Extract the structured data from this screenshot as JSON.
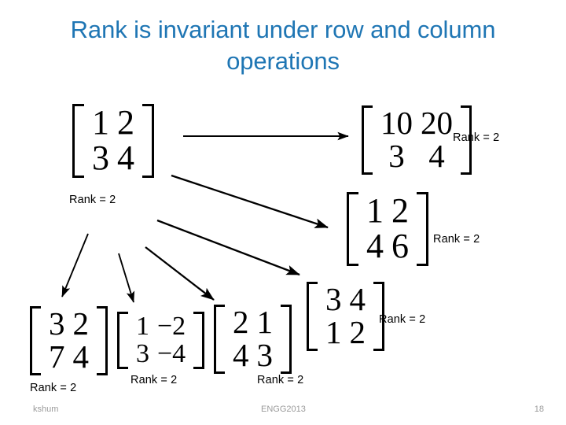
{
  "slide": {
    "title": "Rank is invariant under row and column operations",
    "title_color": "#1F76B4",
    "background_color": "#FFFFFF",
    "ink_color": "#000000"
  },
  "rank_label_text": "Rank = 2",
  "matrices": [
    {
      "id": "source",
      "rows": [
        [
          "1",
          "2"
        ],
        [
          "3",
          "4"
        ]
      ],
      "rank_label": "Rank = 2"
    },
    {
      "id": "scaled-row",
      "rows": [
        [
          "10",
          "20"
        ],
        [
          "3",
          "4"
        ]
      ],
      "rank_label": "Rank = 2"
    },
    {
      "id": "row-added",
      "rows": [
        [
          "1",
          "2"
        ],
        [
          "4",
          "6"
        ]
      ],
      "rank_label": "Rank = 2"
    },
    {
      "id": "rows-swapped",
      "rows": [
        [
          "3",
          "4"
        ],
        [
          "1",
          "2"
        ]
      ],
      "rank_label": "Rank = 2"
    },
    {
      "id": "col-added",
      "rows": [
        [
          "3",
          "2"
        ],
        [
          "7",
          "4"
        ]
      ],
      "rank_label": "Rank = 2"
    },
    {
      "id": "col-negated",
      "rows": [
        "1",
        "−2",
        "3",
        "−4"
      ],
      "rank_label": "Rank = 2"
    },
    {
      "id": "cols-swapped",
      "rows": [
        [
          "2",
          "1"
        ],
        [
          "4",
          "3"
        ]
      ],
      "rank_label": "Rank = 2"
    }
  ],
  "cells": {
    "source": {
      "r0c0": "1",
      "r0c1": "2",
      "r1c0": "3",
      "r1c1": "4"
    },
    "scaled_row": {
      "r0c0": "10",
      "r0c1": "20",
      "r1c0": "3",
      "r1c1": "4"
    },
    "row_added": {
      "r0c0": "1",
      "r0c1": "2",
      "r1c0": "4",
      "r1c1": "6"
    },
    "rows_swapped": {
      "r0c0": "3",
      "r0c1": "4",
      "r1c0": "1",
      "r1c1": "2"
    },
    "col_added": {
      "r0c0": "3",
      "r0c1": "2",
      "r1c0": "7",
      "r1c1": "4"
    },
    "col_negated": {
      "r0c0": "1",
      "r0c1": "−2",
      "r1c0": "3",
      "r1c1": "−4"
    },
    "cols_swapped": {
      "r0c0": "2",
      "r0c1": "1",
      "r1c0": "4",
      "r1c1": "3"
    }
  },
  "ranks": {
    "source": "Rank = 2",
    "scaled_row": "Rank = 2",
    "row_added": "Rank = 2",
    "rows_swapped": "Rank = 2",
    "col_added": "Rank = 2",
    "col_negated": "Rank = 2",
    "cols_swapped": "Rank = 2"
  },
  "arrows": {
    "count": 6,
    "description": "Six arrows radiate from the source matrix to each transformed matrix"
  },
  "footer": {
    "author": "kshum",
    "course": "ENGG2013",
    "page_number": "18"
  }
}
